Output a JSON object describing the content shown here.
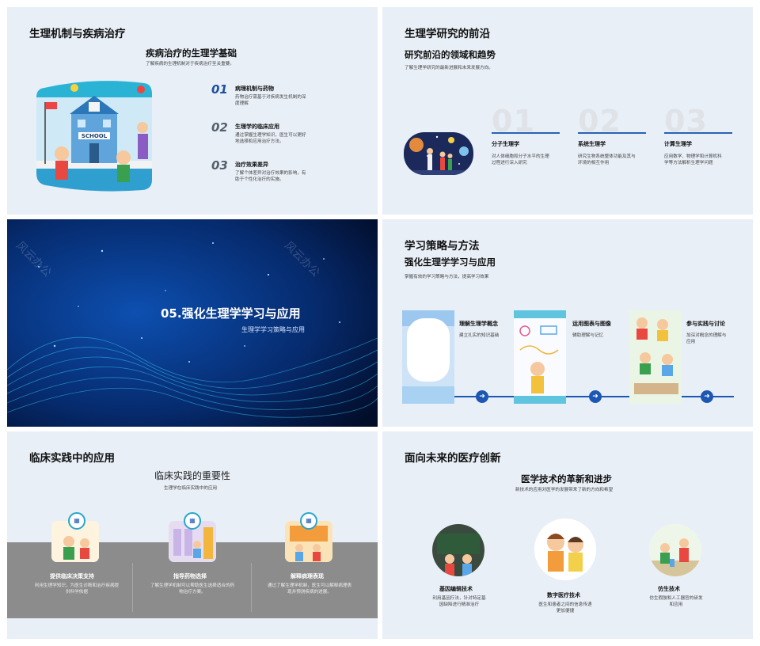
{
  "slide1": {
    "title": "生理机制与疾病治疗",
    "subtitle": "疾病治疗的生理学基础",
    "desc": "了解疾病的生理机制对于疾病治疗至关重要。",
    "image_label": "SCHOOL",
    "items": [
      {
        "num": "01",
        "title": "病理机制与药物",
        "text1": "药物治疗需基于对疾病发生机制的深",
        "text2": "度理解"
      },
      {
        "num": "02",
        "title": "生理学的临床应用",
        "text1": "通过掌握生理学知识，医生可以更好",
        "text2": "地选择和应用治疗方法。"
      },
      {
        "num": "03",
        "title": "治疗效果差异",
        "text1": "了解个体差异对治疗效果的影响，有",
        "text2": "助于个性化治疗的实施。"
      }
    ]
  },
  "slide2": {
    "title": "生理学研究的前沿",
    "subtitle": "研究前沿的领域和趋势",
    "desc": "了解生理学研究的最新进展和未来发展方向。",
    "items": [
      {
        "num": "01",
        "title": "分子生理学",
        "text1": "对人体细胞和分子水平的生理",
        "text2": "过程进行深入研究"
      },
      {
        "num": "02",
        "title": "系统生理学",
        "text1": "研究生物系统整体功能及其与",
        "text2": "环境的相互作用"
      },
      {
        "num": "03",
        "title": "计算生理学",
        "text1": "应用数学、物理学和计算机科",
        "text2": "学等方法解析生理学问题"
      }
    ]
  },
  "slide3": {
    "title": "05.强化生理学学习与应用",
    "subtitle": "生理学学习策略与应用",
    "watermark": "风云办公"
  },
  "slide4": {
    "title": "学习策略与方法",
    "subtitle": "强化生理学学习与应用",
    "desc": "掌握有效的学习策略与方法，提高学习效果",
    "items": [
      {
        "title": "理解生理学概念",
        "text1": "建立扎实的知识基础",
        "text2": ""
      },
      {
        "title": "运用图表与图像",
        "text1": "辅助理解与记忆",
        "text2": ""
      },
      {
        "title": "参与实践与讨论",
        "text1": "加深对概念的理解与",
        "text2": "应用"
      }
    ]
  },
  "slide5": {
    "title": "临床实践中的应用",
    "subtitle": "临床实践的重要性",
    "desc": "生理学在临床实践中的应用",
    "items": [
      {
        "title": "提供临床决策支持",
        "text1": "利用生理学知识，为医生诊断和治疗疾病提",
        "text2": "供科学依据"
      },
      {
        "title": "指导药物选择",
        "text1": "了解生理学机制可以帮助医生选择适合的药",
        "text2": "物治疗方案。"
      },
      {
        "title": "解释病理表现",
        "text1": "通过了解生理学机制，医生可以解释病理表",
        "text2": "现并预测疾病的进展。"
      }
    ]
  },
  "slide6": {
    "title": "面向未来的医疗创新",
    "subtitle": "医学技术的革新和进步",
    "desc": "新技术的应用对医学的发展带来了新的方向和希望",
    "items": [
      {
        "title": "基因编辑技术",
        "text1": "利用基因疗法，针对特定基",
        "text2": "因缺陷进行精准治疗"
      },
      {
        "title": "数字医疗技术",
        "text1": "医生和患者之间的信息传递",
        "text2": "更加便捷"
      },
      {
        "title": "仿生技术",
        "text1": "仿生假肢和人工器官的研发",
        "text2": "和应用"
      }
    ]
  },
  "colors": {
    "accent": "#1d4f9c",
    "slide_bg": "#e8eff7",
    "dark_bg": "#041a44",
    "gray_band": "#8c8c8c"
  }
}
